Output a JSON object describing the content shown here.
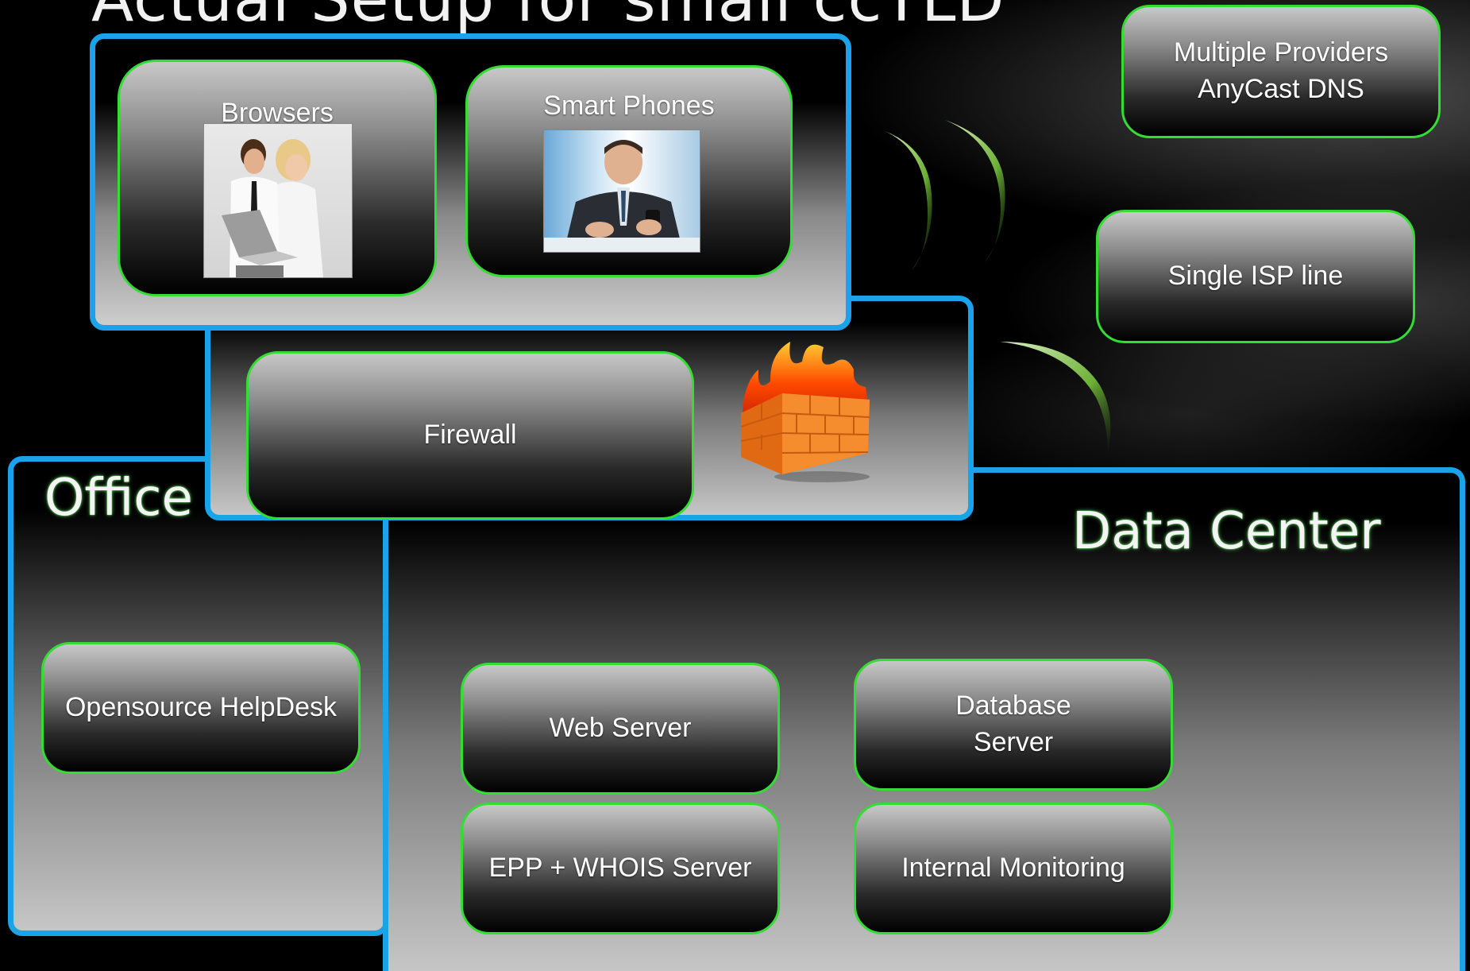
{
  "slide": {
    "title": "Actual Setup for small ccTLD"
  },
  "zones": {
    "office": "Office",
    "data_center": "Data Center"
  },
  "clients": {
    "browsers": "Browsers",
    "smart_phones": "Smart Phones"
  },
  "network": {
    "dns": "Multiple Providers\nAnyCast DNS",
    "isp": "Single ISP line",
    "firewall": "Firewall"
  },
  "office": {
    "helpdesk": "Opensource HelpDesk"
  },
  "datacenter": {
    "web_server": "Web Server",
    "database_server": "Database\nServer",
    "epp_whois": "EPP + WHOIS Server",
    "monitoring": "Internal Monitoring"
  },
  "icons": {
    "browsers_photo": "people-with-laptop-photo",
    "phones_photo": "man-with-smartphone-photo",
    "firewall": "firewall-brick-wall-icon",
    "wireless": "wireless-signal-arcs"
  },
  "colors": {
    "zone_border": "#1aa3e8",
    "node_border": "#33dd33",
    "background": "#000000"
  }
}
